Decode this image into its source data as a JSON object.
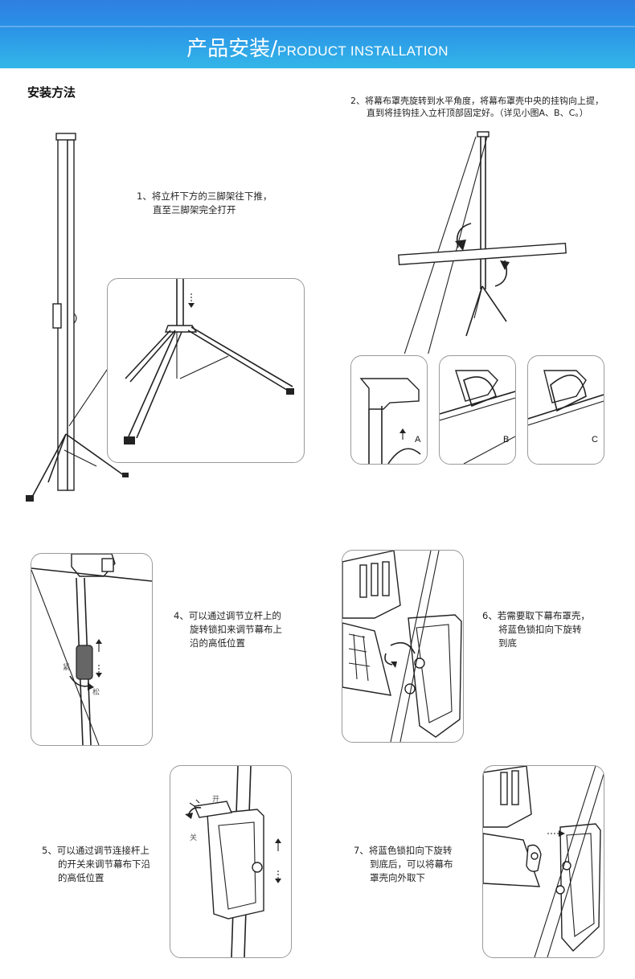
{
  "header": {
    "title_cn": "产品安装",
    "separator": "/",
    "title_en": "PRODUCT INSTALLATION"
  },
  "section": {
    "title": "安装方法"
  },
  "steps": {
    "s1": {
      "line1": "1、将立杆下方的三脚架往下推，",
      "line2": "直至三脚架完全打开"
    },
    "s2": {
      "line1": "2、将幕布罩壳旋转到水平角度，将幕布罩壳中央的挂钩向上提，",
      "line2": "直到将挂钩挂入立杆顶部固定好。（详见小图A、B、C。）"
    },
    "s4": {
      "line1": "4、可以通过调节立杆上的",
      "line2": "旋转锁扣来调节幕布上",
      "line3": "沿的高低位置"
    },
    "s5": {
      "line1": "5、可以通过调节连接杆上",
      "line2": "的开关来调节幕布下沿",
      "line3": "的高低位置"
    },
    "s6": {
      "line1": "6、若需要取下幕布罩壳，",
      "line2": "将蓝色锁扣向下旋转",
      "line3": "到底"
    },
    "s7": {
      "line1": "7、将蓝色锁扣向下旋转",
      "line2": "到底后，可以将幕布",
      "line3": "罩壳向外取下"
    }
  },
  "detail_labels": {
    "a": "A",
    "b": "B",
    "c": "C"
  },
  "knob_labels": {
    "tighten": "紧",
    "loosen": "松"
  },
  "switch_labels": {
    "open": "开",
    "close": "关"
  },
  "colors": {
    "banner_top": "#2f7fe0",
    "banner_bottom": "#33b6e8",
    "text": "#222222"
  }
}
